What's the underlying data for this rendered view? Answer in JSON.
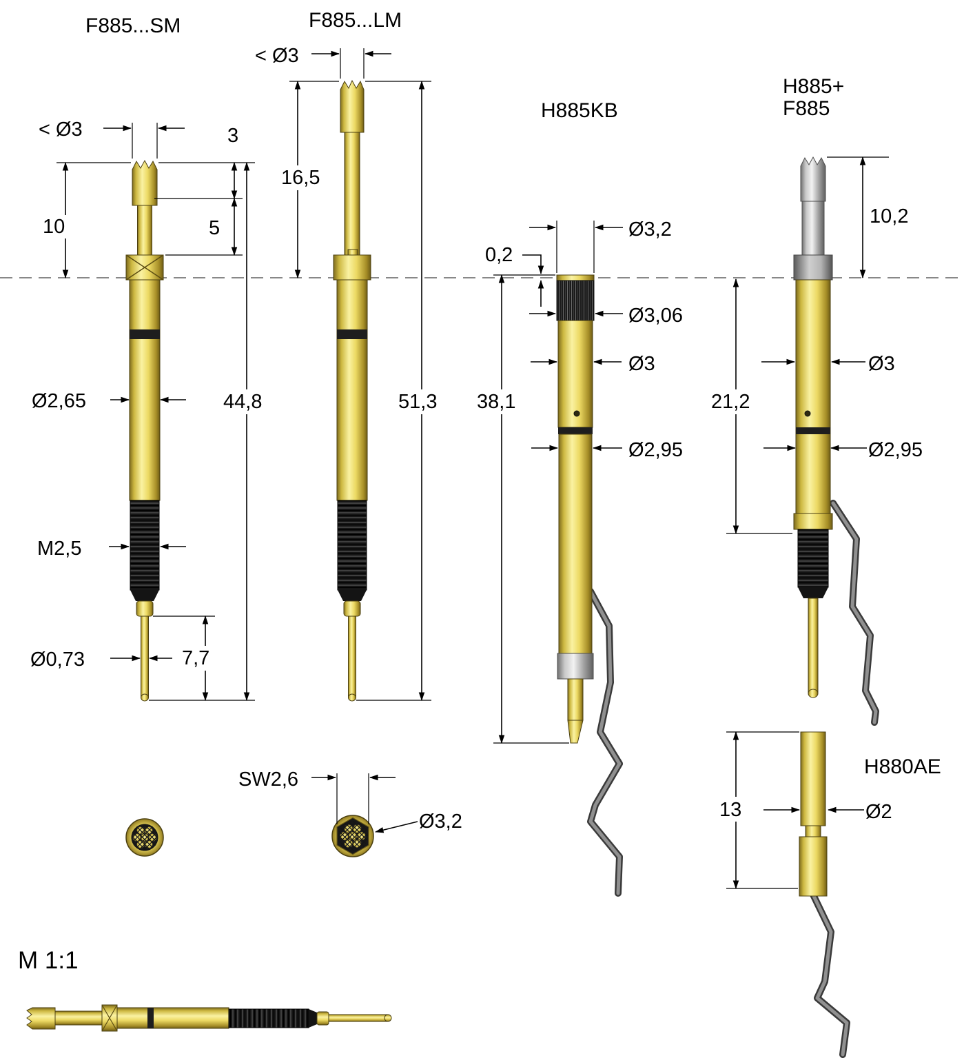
{
  "drawing": {
    "scale_label": "M 1:1"
  },
  "probes": {
    "f885sm": {
      "title": "F885...SM",
      "dims": {
        "tip_dia": "< Ø3",
        "head_len": "3",
        "travel": "10",
        "shoulder": "5",
        "barrel_dia": "Ø2,65",
        "total_len": "44,8",
        "thread": "M2,5",
        "tail_dia": "Ø0,73",
        "tail_len": "7,7"
      }
    },
    "f885lm": {
      "title": "F885...LM",
      "dims": {
        "tip_dia": "< Ø3",
        "top_len": "16,5",
        "total_len": "51,3"
      }
    },
    "h885kb": {
      "title": "H885KB",
      "dims": {
        "protrusion": "0,2",
        "head_dia": "Ø3,2",
        "knurl_dia": "Ø3,06",
        "body_dia": "Ø3",
        "total_len": "38,1",
        "lower_dia": "Ø2,95"
      }
    },
    "h885_f885": {
      "title_line1": "H885+",
      "title_line2": "F885",
      "dims": {
        "top_len": "10,2",
        "body_dia": "Ø3",
        "body_len": "21,2",
        "lower_dia": "Ø2,95"
      }
    },
    "h880ae": {
      "title": "H880AE",
      "dims": {
        "body_len": "13",
        "body_dia": "Ø2"
      }
    },
    "tip_views": {
      "hex_width": "SW2,6",
      "outer_dia": "Ø3,2"
    }
  }
}
